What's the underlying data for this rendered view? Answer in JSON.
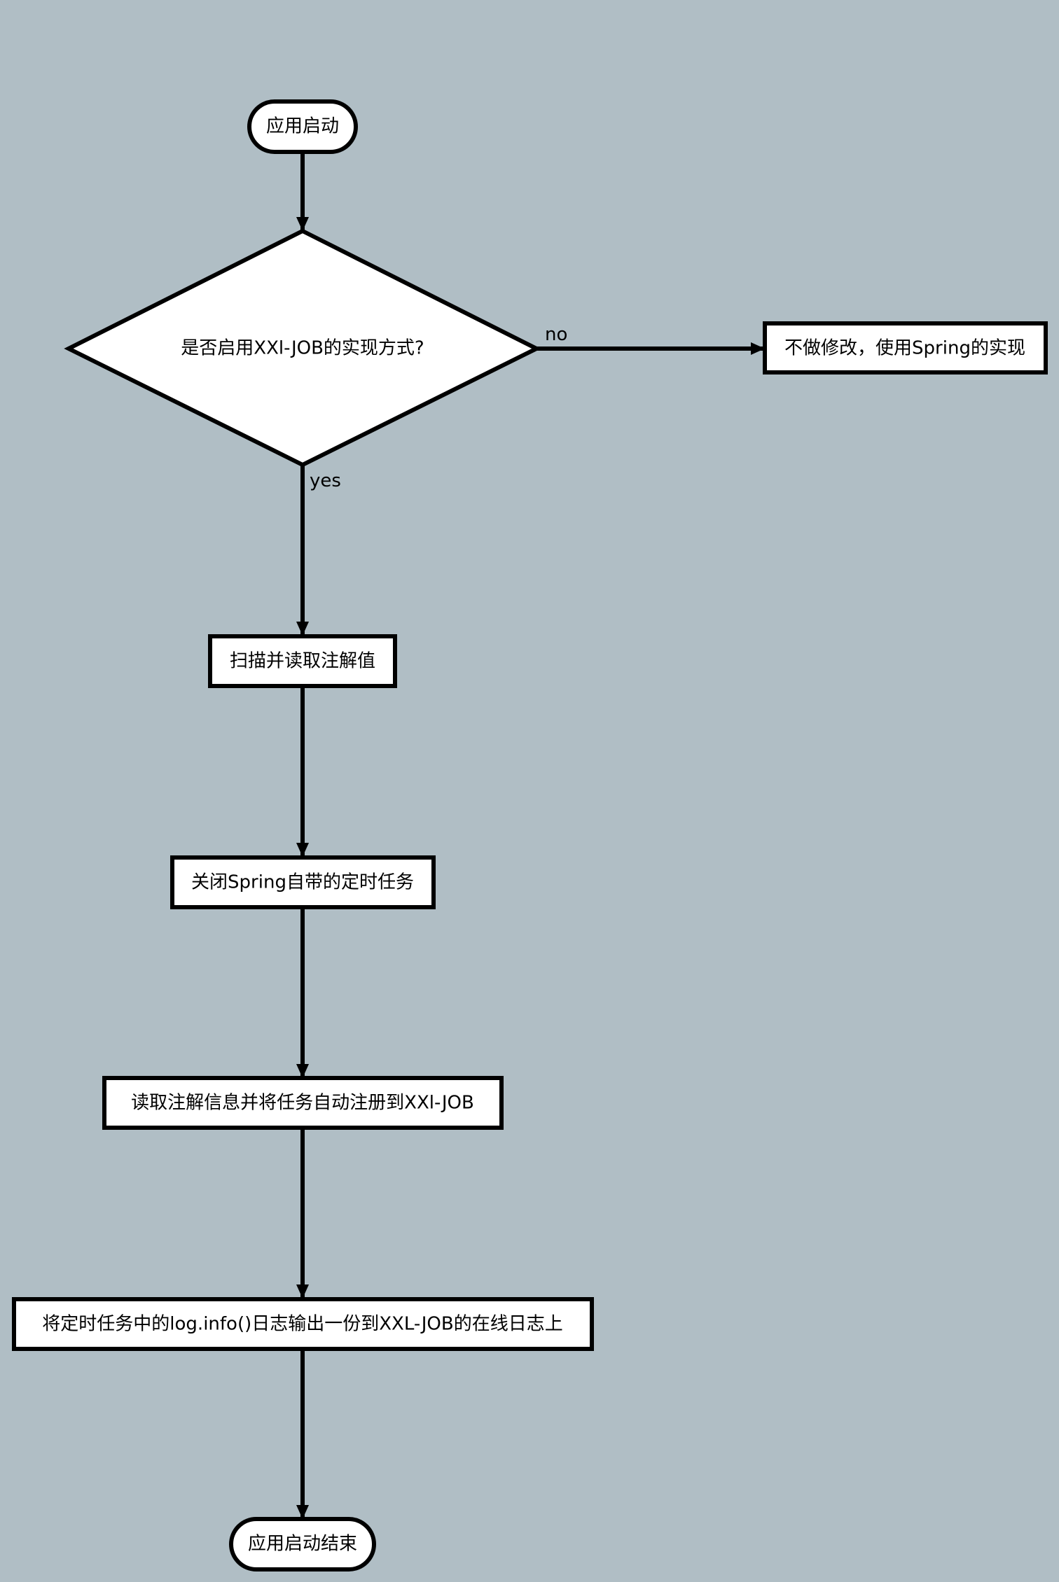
{
  "nodes": {
    "start": "应用启动",
    "decision": "是否启用XXl-JOB的实现方式?",
    "no_branch": "不做修改，使用Spring的实现",
    "scan": "扫描并读取注解值",
    "close_spring": "关闭Spring自带的定时任务",
    "register": "读取注解信息并将任务自动注册到XXl-JOB",
    "log_output": "将定时任务中的log.info()日志输出一份到XXL-JOB的在线日志上",
    "end": "应用启动结束"
  },
  "edges": {
    "no_label": "no",
    "yes_label": "yes"
  }
}
